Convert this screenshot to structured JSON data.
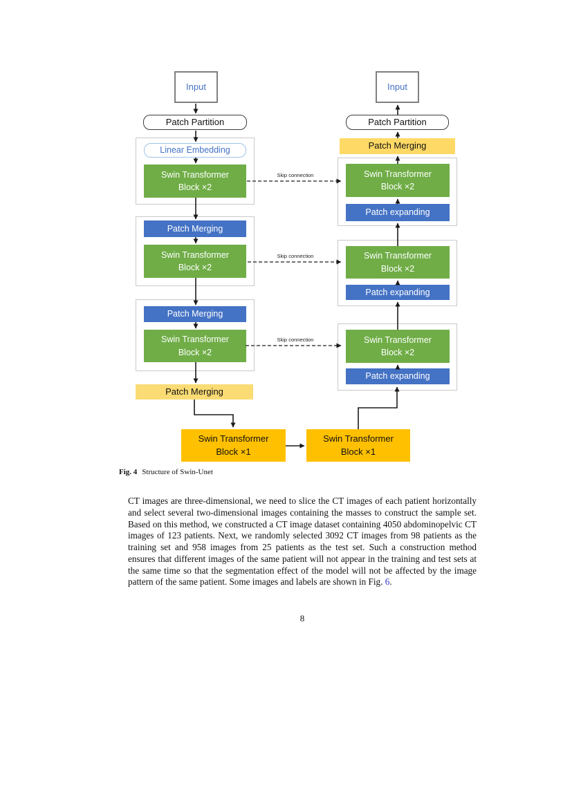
{
  "page": {
    "number": "8",
    "background": "#ffffff"
  },
  "figure": {
    "caption": {
      "label": "Fig. 4",
      "text": "Structure of Swin-Unet"
    },
    "colors": {
      "green_block": "#70AD47",
      "blue_block": "#4472C4",
      "yellow_block": "#FFD966",
      "light_yellow_block": "#FBDC74",
      "orange_block": "#FFC000",
      "input_text": "#4472C4",
      "linear_embedding_border": "#9dc3e6",
      "container_border": "#c9c9c9",
      "arrow": "#1a1a1a",
      "link": "#2d35c8"
    },
    "labels": {
      "input": "Input",
      "patch_partition": "Patch Partition",
      "linear_embedding": "Linear Embedding",
      "swin_line1": "Swin Transformer",
      "swin_x2": "Block ×2",
      "swin_x1": "Block ×1",
      "patch_merging": "Patch Merging",
      "patch_expanding": "Patch expanding",
      "skip_connection": "Skip connection"
    }
  },
  "body": {
    "paragraph_before_link": "CT images are three-dimensional, we need to slice the CT images of each patient horizontally and select several two-dimensional images containing the masses to construct the sample set. Based on this method, we constructed a CT image dataset containing 4050 abdominopelvic CT images of 123 patients. Next, we randomly selected 3092 CT images from 98 patients as the training set and 958 images from 25 patients as the test set. Such a construction method ensures that different images of the same patient will not appear in the training and test sets at the same time so that the segmentation effect of the model will not be affected by the image pattern of the same patient. Some images and labels are shown in Fig. ",
    "figure_link": "6",
    "paragraph_after_link": "."
  }
}
